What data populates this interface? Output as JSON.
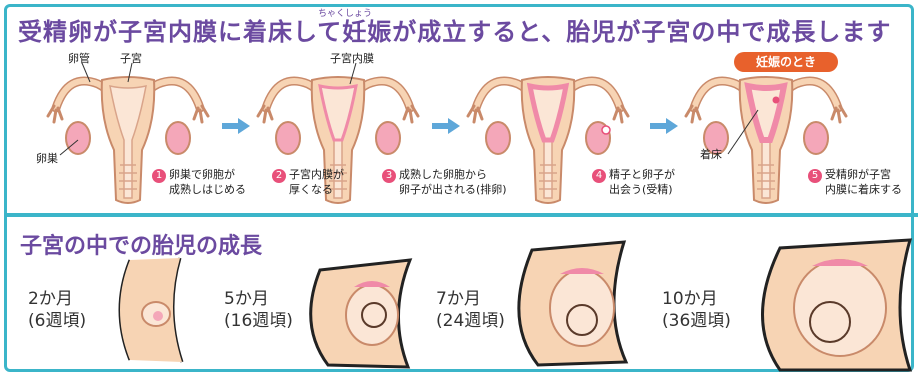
{
  "title": "受精卵が子宮内膜に着床して妊娠が成立すると、胎児が子宮の中で成長します",
  "ruby": "ちゃくしょう",
  "labels": {
    "oviduct": "卵管",
    "uterus": "子宮",
    "ovary": "卵巣",
    "endometrium": "子宮内膜",
    "implantation": "着床",
    "pregnancy_badge": "妊娠のとき"
  },
  "steps": [
    {
      "num": "1",
      "line1": "卵巣で卵胞が",
      "line2": "成熟しはじめる"
    },
    {
      "num": "2",
      "line1": "子宮内膜が",
      "line2": "厚くなる"
    },
    {
      "num": "3",
      "line1": "成熟した卵胞から",
      "line2": "卵子が出される(排卵)"
    },
    {
      "num": "4",
      "line1": "精子と卵子が",
      "line2": "出会う(受精)"
    },
    {
      "num": "5",
      "line1": "受精卵が子宮",
      "line2": "内膜に着床する"
    }
  ],
  "section2_title": "子宮の中での胎児の成長",
  "growth": [
    {
      "month": "2か月",
      "week": "(6週頃)"
    },
    {
      "month": "5か月",
      "week": "(16週頃)"
    },
    {
      "month": "7か月",
      "week": "(24週頃)"
    },
    {
      "month": "10か月",
      "week": "(36週頃)"
    }
  ],
  "colors": {
    "frame": "#3bb5c9",
    "title": "#6b4aa0",
    "uterus": "#f7d4b4",
    "endometrium": "#f08aa8",
    "arrow": "#5ea7d9",
    "badge": "#e8612c",
    "step_number": "#e8507a"
  }
}
